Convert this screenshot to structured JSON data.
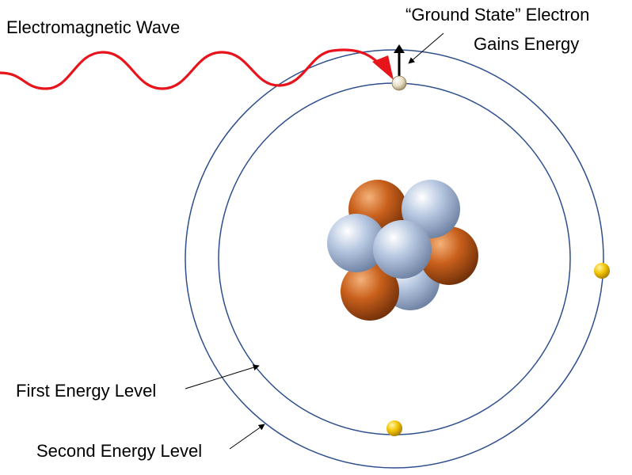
{
  "labels": {
    "wave": "Electromagnetic Wave",
    "ground_state_line1": "“Ground State” Electron",
    "ground_state_line2": "Gains Energy",
    "first_level": "First Energy Level",
    "second_level": "Second Energy Level"
  },
  "colors": {
    "orbit": "#2e4f8c",
    "wave": "#e8141c",
    "proton": "#c9601c",
    "neutron": "#a9bcd8",
    "electron": "#f2c300",
    "excited_electron": "#e6dcc0"
  },
  "nucleus": {
    "protons": 3,
    "neutrons": 4
  },
  "electrons": {
    "count": 3
  }
}
